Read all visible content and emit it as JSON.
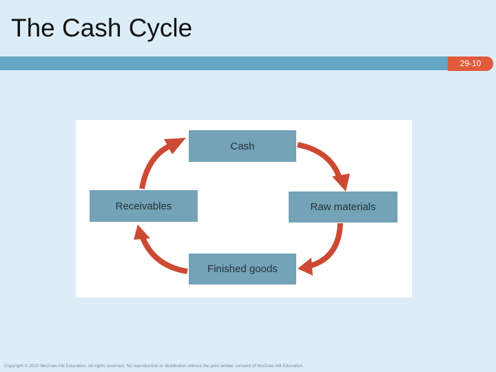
{
  "slide": {
    "title": "The Cash Cycle",
    "slide_number": "29-10",
    "copyright": "Copyright © 2020 McGraw-Hill Education. All rights reserved. No reproduction or distribution without the prior written consent of McGraw-Hill Education."
  },
  "diagram": {
    "nodes": {
      "cash": "Cash",
      "raw_materials": "Raw materials",
      "finished_goods": "Finished goods",
      "receivables": "Receivables"
    },
    "colors": {
      "node_fill": "#74a3b7",
      "arrow": "#cc4a33",
      "title_bar": "#65a6c4",
      "number_tab": "#df5b3c"
    }
  }
}
